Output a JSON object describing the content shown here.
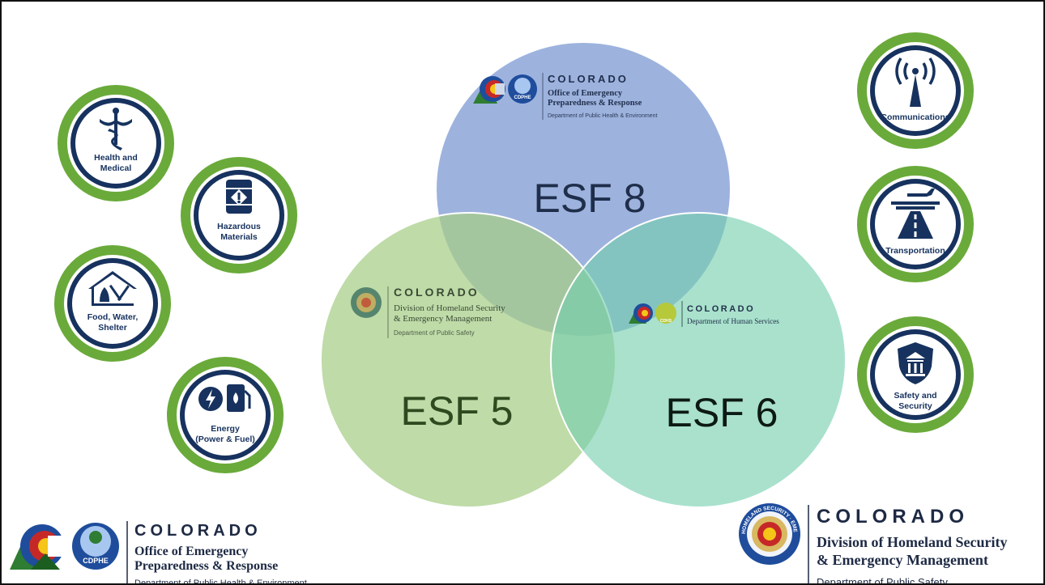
{
  "diagram": {
    "circles": [
      {
        "id": "esf8",
        "label": "ESF 8",
        "fill": "#6f8fcf",
        "label_color": "#1f2e4a",
        "logo": {
          "state": "COLORADO",
          "line1": "Office of Emergency",
          "line2": "Preparedness & Response",
          "dept": "Department of Public Health & Environment",
          "badge": "CDPHE"
        }
      },
      {
        "id": "esf5",
        "label": "ESF 5",
        "fill": "#a9cf8a",
        "label_color": "#2e4a1f",
        "logo": {
          "state": "COLORADO",
          "line1": "Division of Homeland Security",
          "line2": "& Emergency Management",
          "dept": "Department of Public Safety"
        }
      },
      {
        "id": "esf6",
        "label": "ESF 6",
        "fill": "#7fd1b2",
        "label_color": "#0d1a14",
        "logo": {
          "state": "COLORADO",
          "line1": "Department of Human Services",
          "badge": "CDHS"
        }
      }
    ]
  },
  "badges": {
    "left": [
      {
        "lines": [
          "Health and",
          "Medical"
        ],
        "icon": "caduceus-icon"
      },
      {
        "lines": [
          "Hazardous",
          "Materials"
        ],
        "icon": "hazard-barrel-icon"
      },
      {
        "lines": [
          "Food, Water,",
          "Shelter"
        ],
        "icon": "shelter-icon"
      },
      {
        "lines": [
          "Energy",
          "(Power & Fuel)"
        ],
        "icon": "energy-fuel-icon"
      }
    ],
    "right": [
      {
        "lines": [
          "Communications"
        ],
        "icon": "radio-tower-icon"
      },
      {
        "lines": [
          "Transportation"
        ],
        "icon": "transportation-icon"
      },
      {
        "lines": [
          "Safety and",
          "Security"
        ],
        "icon": "safety-shield-icon"
      }
    ],
    "ring_color": "#6aaa3a",
    "core_color": "#17325e"
  },
  "footer": {
    "left_logo": {
      "state": "COLORADO",
      "line1": "Office of Emergency",
      "line2": "Preparedness & Response",
      "dept": "Department of Public Health & Environment",
      "badge": "CDPHE"
    },
    "right_logo": {
      "state": "COLORADO",
      "line1": "Division of Homeland Security",
      "line2": "& Emergency Management",
      "dept": "Department of Public Safety",
      "seal_text": "HOMELAND SECURITY · EMERGENCY MANAGEMENT"
    }
  }
}
